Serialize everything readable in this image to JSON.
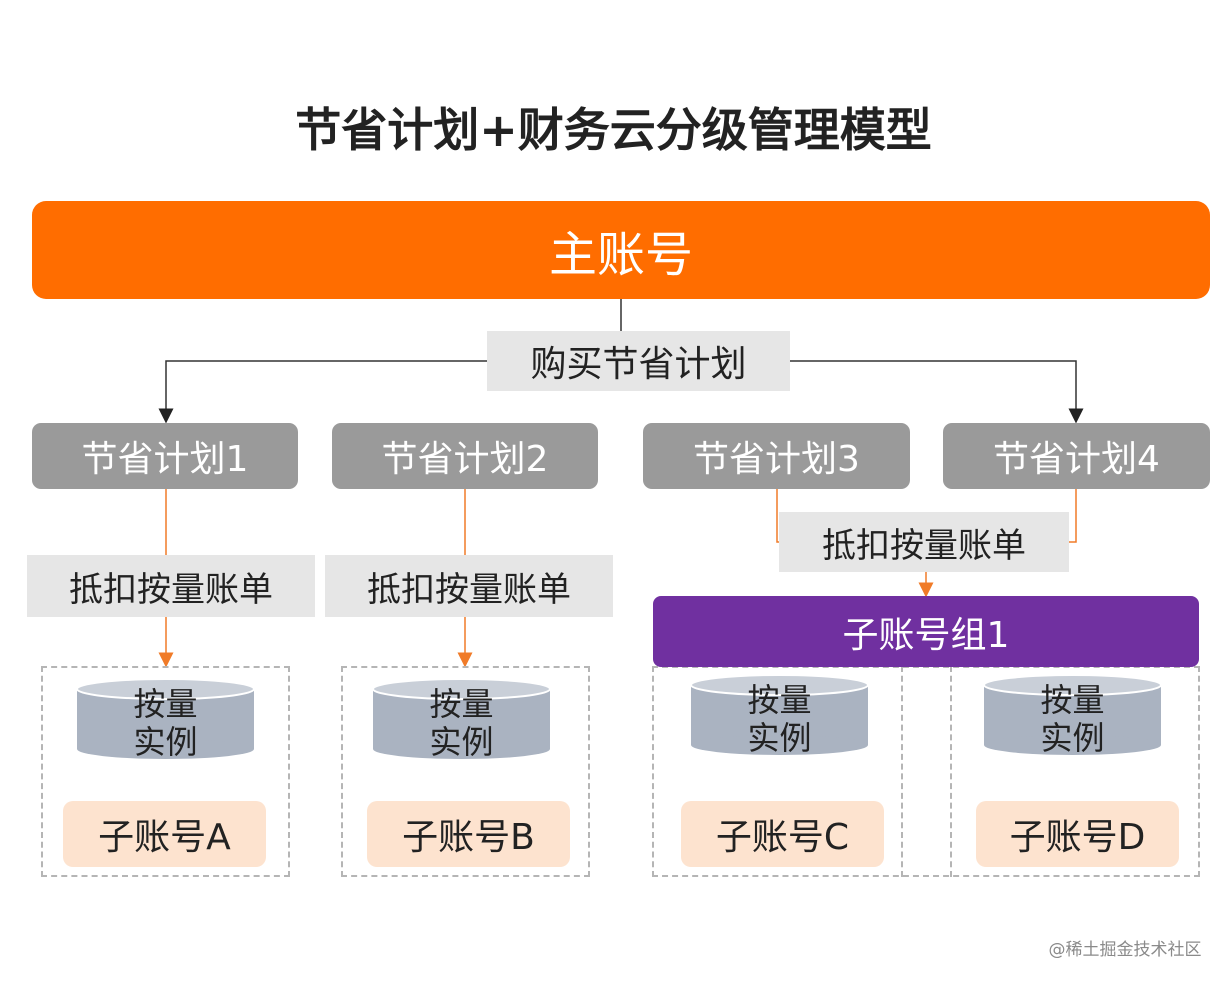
{
  "title": "节省计划+财务云分级管理模型",
  "main_account": "主账号",
  "buy_label": "购买节省计划",
  "plans": [
    "节省计划1",
    "节省计划2",
    "节省计划3",
    "节省计划4"
  ],
  "deduct_label": "抵扣按量账单",
  "group_label": "子账号组1",
  "instance_label_line1": "按量",
  "instance_label_line2": "实例",
  "accounts": [
    "子账号A",
    "子账号B",
    "子账号C",
    "子账号D"
  ],
  "watermark": "@稀土掘金技术社区",
  "colors": {
    "main": "#ff6d00",
    "plan": "#9a9a9a",
    "group": "#7030a0",
    "account": "#fde3cf",
    "cylinder": "#aab3c1",
    "arrow_orange": "#f07b28"
  }
}
